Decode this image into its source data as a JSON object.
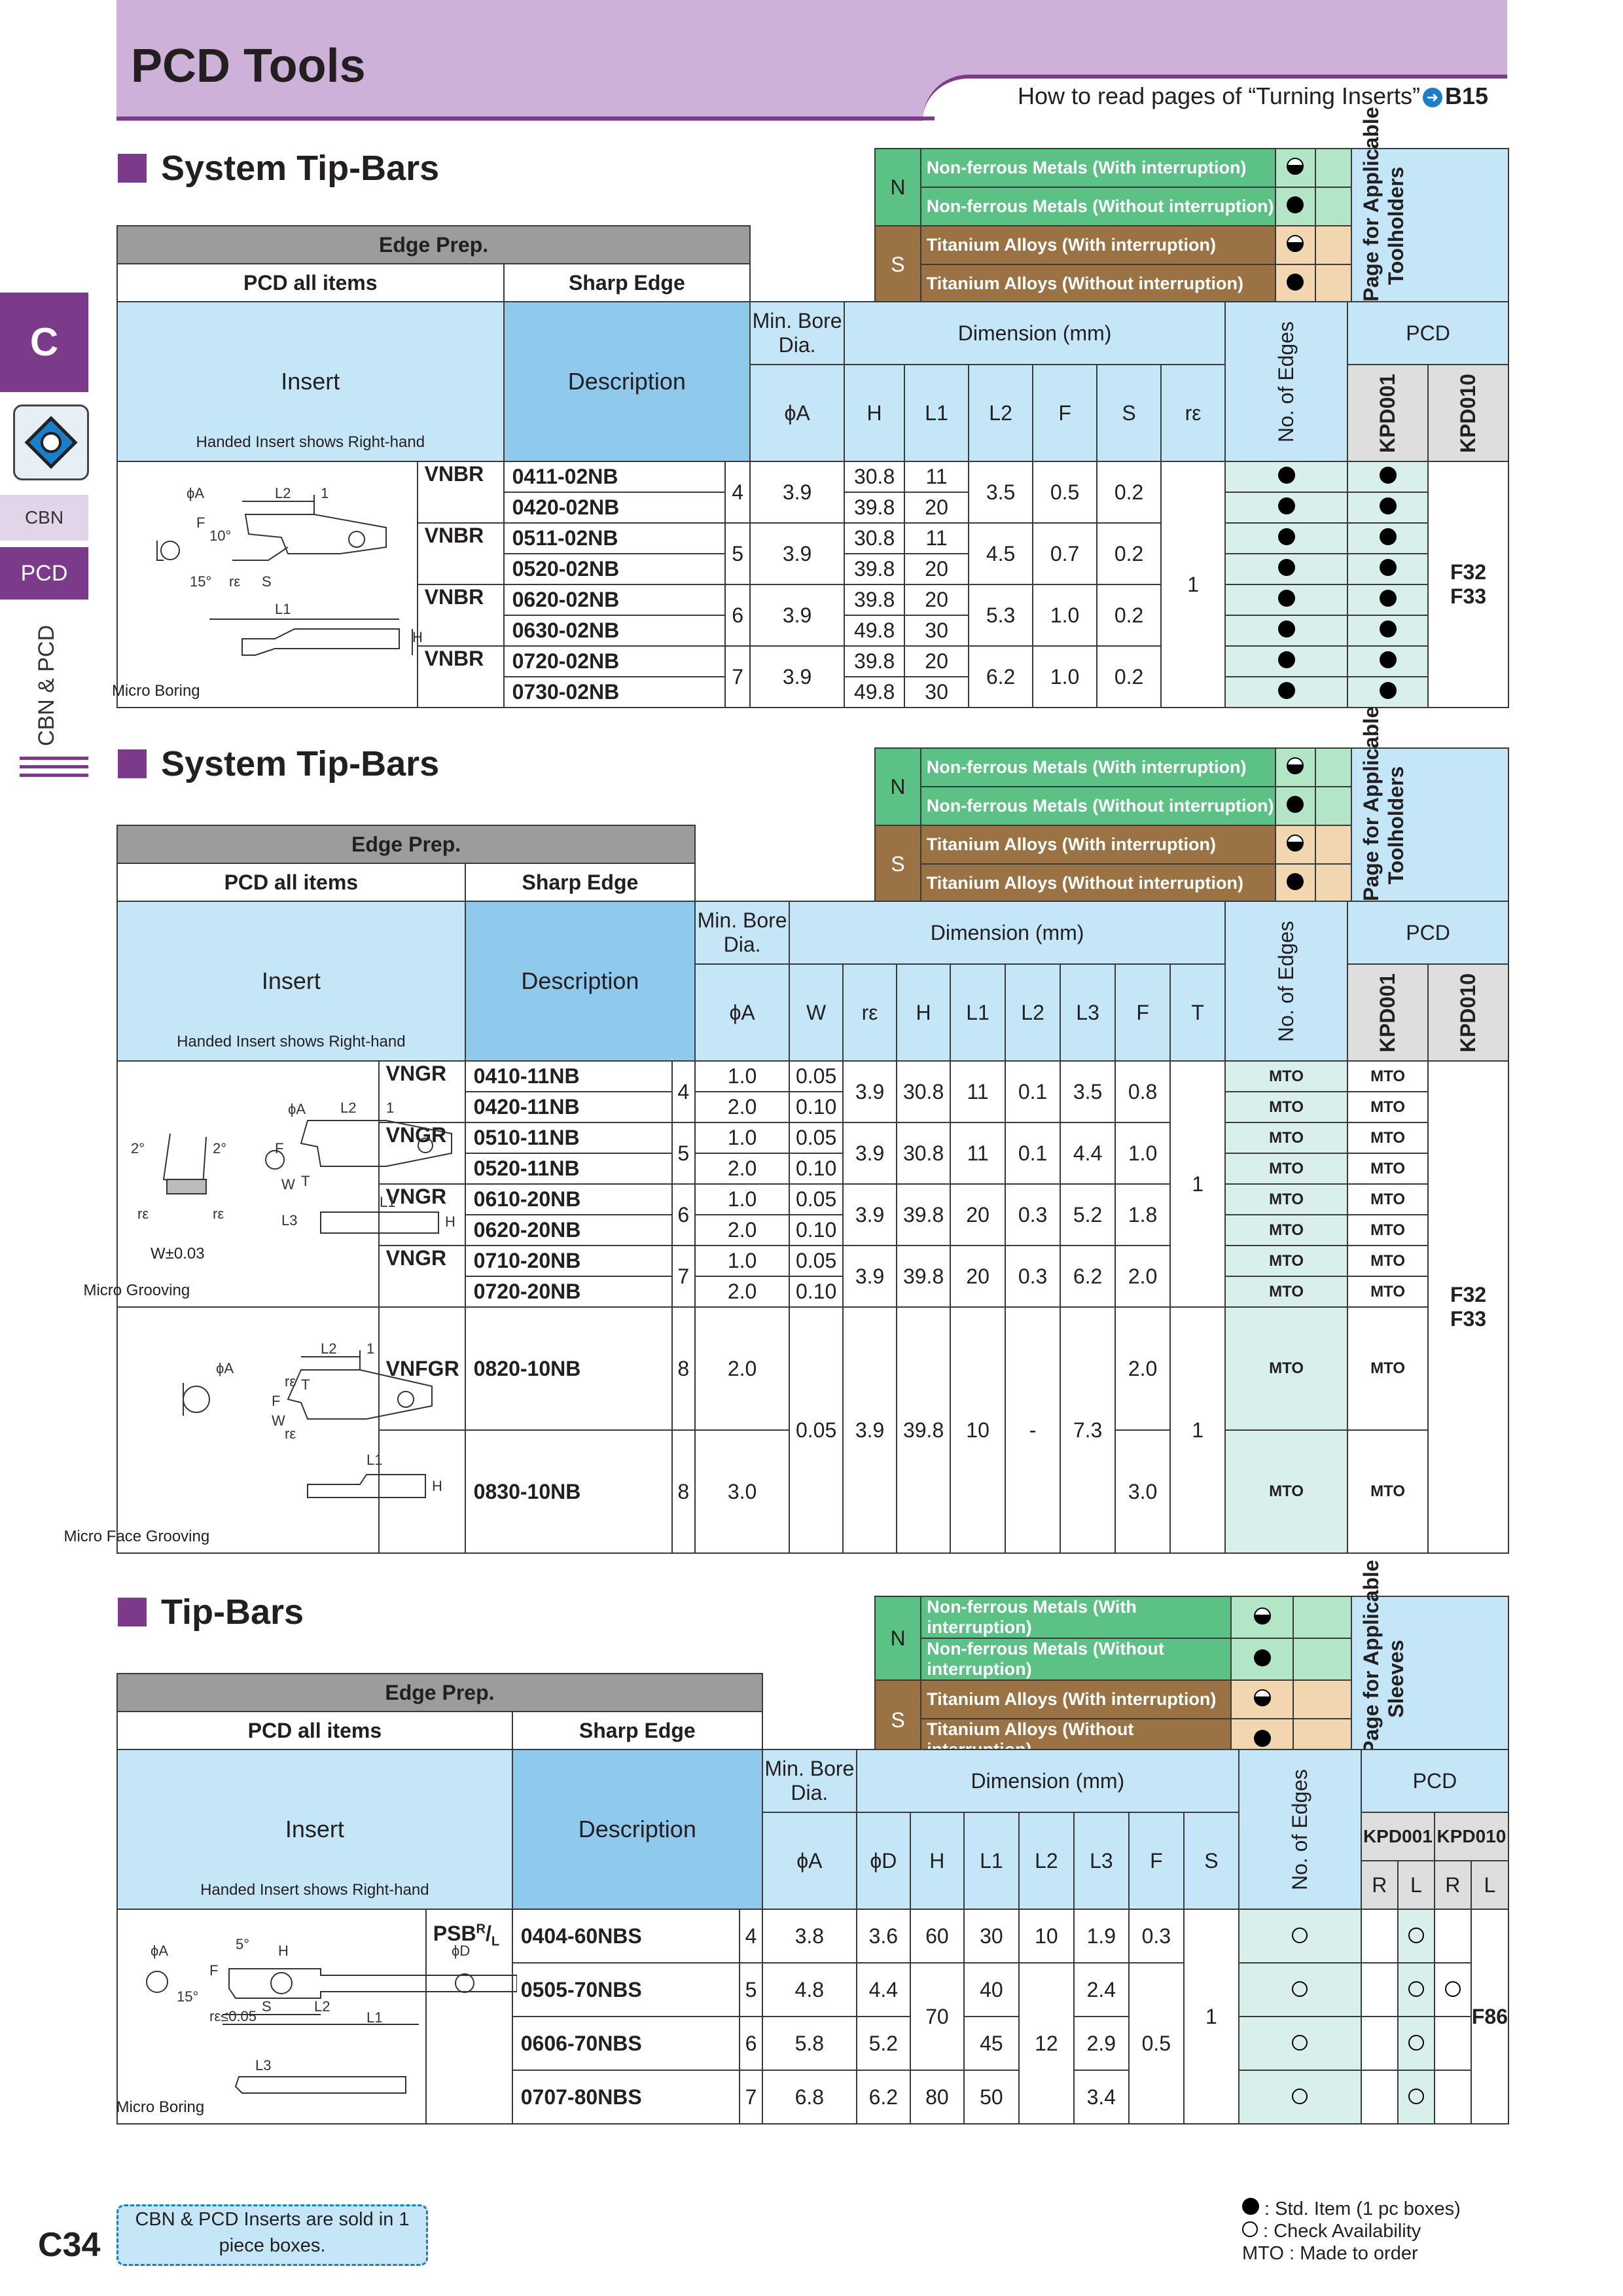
{
  "header": {
    "title": "PCD Tools",
    "howto_text": "How to read pages of “Turning Inserts”",
    "howto_ref": "B15"
  },
  "sidetab": {
    "letter": "C",
    "cbn": "CBN",
    "pcd": "PCD",
    "vertical": "CBN & PCD"
  },
  "sections": [
    {
      "title": "System Tip-Bars"
    },
    {
      "title": "System Tip-Bars"
    },
    {
      "title": "Tip-Bars"
    }
  ],
  "materials": {
    "n_label": "N",
    "s_label": "S",
    "n1": "Non-ferrous Metals (With interruption)",
    "n2": "Non-ferrous Metals (Without interruption)",
    "s1": "Titanium Alloys (With interruption)",
    "s2": "Titanium Alloys (Without interruption)"
  },
  "common": {
    "edge_prep": "Edge Prep.",
    "pcd_all": "PCD all items",
    "sharp": "Sharp Edge",
    "insert": "Insert",
    "description": "Description",
    "handed": "Handed Insert shows Right-hand",
    "min_bore": "Min. Bore Dia.",
    "dimension": "Dimension (mm)",
    "edges": "No. of Edges",
    "pcd": "PCD",
    "kpd001": "KPD001",
    "kpd010": "KPD010",
    "phiA": "ϕA",
    "see_tool": "See Page for Applicable Toolholders",
    "see_sleeve": "See Page for Applicable Sleeves",
    "R": "R",
    "L": "L"
  },
  "t1": {
    "cols": [
      "H",
      "L1",
      "L2",
      "F",
      "S",
      "rε"
    ],
    "diagram": "Micro Boring",
    "groups": [
      {
        "type": "VNBR",
        "codes": [
          "0411-02NB",
          "0420-02NB"
        ],
        "A": "4",
        "H": "3.9",
        "L1": [
          "30.8",
          "39.8"
        ],
        "L2": [
          "11",
          "20"
        ],
        "F": "3.5",
        "S": "0.5",
        "re": "0.2"
      },
      {
        "type": "VNBR",
        "codes": [
          "0511-02NB",
          "0520-02NB"
        ],
        "A": "5",
        "H": "3.9",
        "L1": [
          "30.8",
          "39.8"
        ],
        "L2": [
          "11",
          "20"
        ],
        "F": "4.5",
        "S": "0.7",
        "re": "0.2"
      },
      {
        "type": "VNBR",
        "codes": [
          "0620-02NB",
          "0630-02NB"
        ],
        "A": "6",
        "H": "3.9",
        "L1": [
          "39.8",
          "49.8"
        ],
        "L2": [
          "20",
          "30"
        ],
        "F": "5.3",
        "S": "1.0",
        "re": "0.2"
      },
      {
        "type": "VNBR",
        "codes": [
          "0720-02NB",
          "0730-02NB"
        ],
        "A": "7",
        "H": "3.9",
        "L1": [
          "39.8",
          "49.8"
        ],
        "L2": [
          "20",
          "30"
        ],
        "F": "6.2",
        "S": "1.0",
        "re": "0.2"
      }
    ],
    "edges": "1",
    "pages": [
      "F32",
      "F33"
    ]
  },
  "t2": {
    "cols": [
      "W",
      "rε",
      "H",
      "L1",
      "L2",
      "L3",
      "F",
      "T"
    ],
    "diagram1": "Micro Grooving",
    "diagram2": "Micro Face Grooving",
    "w_tol": "W±0.03",
    "groups": [
      {
        "type": "VNGR",
        "codes": [
          "0410-11NB",
          "0420-11NB"
        ],
        "A": "4",
        "W": [
          "1.0",
          "2.0"
        ],
        "re": [
          "0.05",
          "0.10"
        ],
        "H": "3.9",
        "L1": "30.8",
        "L2": "11",
        "L3": "0.1",
        "F": "3.5",
        "T": "0.8"
      },
      {
        "type": "VNGR",
        "codes": [
          "0510-11NB",
          "0520-11NB"
        ],
        "A": "5",
        "W": [
          "1.0",
          "2.0"
        ],
        "re": [
          "0.05",
          "0.10"
        ],
        "H": "3.9",
        "L1": "30.8",
        "L2": "11",
        "L3": "0.1",
        "F": "4.4",
        "T": "1.0"
      },
      {
        "type": "VNGR",
        "codes": [
          "0610-20NB",
          "0620-20NB"
        ],
        "A": "6",
        "W": [
          "1.0",
          "2.0"
        ],
        "re": [
          "0.05",
          "0.10"
        ],
        "H": "3.9",
        "L1": "39.8",
        "L2": "20",
        "L3": "0.3",
        "F": "5.2",
        "T": "1.8"
      },
      {
        "type": "VNGR",
        "codes": [
          "0710-20NB",
          "0720-20NB"
        ],
        "A": "7",
        "W": [
          "1.0",
          "2.0"
        ],
        "re": [
          "0.05",
          "0.10"
        ],
        "H": "3.9",
        "L1": "39.8",
        "L2": "20",
        "L3": "0.3",
        "F": "6.2",
        "T": "2.0"
      }
    ],
    "face": {
      "type": "VNFGR",
      "codes": [
        "0820-10NB",
        "0830-10NB"
      ],
      "A": [
        "8",
        "8"
      ],
      "W": [
        "2.0",
        "3.0"
      ],
      "re": "0.05",
      "H": "3.9",
      "L1": "39.8",
      "L2": "10",
      "L3": "-",
      "F": "7.3",
      "T": [
        "2.0",
        "3.0"
      ]
    },
    "mto": "MTO",
    "edges": "1",
    "pages": [
      "F32",
      "F33"
    ]
  },
  "t3": {
    "cols": [
      "ϕD",
      "H",
      "L1",
      "L2",
      "L3",
      "F",
      "S"
    ],
    "diagram": "Micro Boring",
    "type": "PSB",
    "type_sup": "R",
    "type_sub": "L",
    "rows": [
      {
        "code": "0404-60NBS",
        "A": "4",
        "D": "3.8",
        "H": "3.6",
        "L1": "60",
        "L2": "30",
        "L3": "10",
        "F": "1.9",
        "S": "0.3"
      },
      {
        "code": "0505-70NBS",
        "A": "5",
        "D": "4.8",
        "H": "4.4",
        "L2": "40",
        "F": "2.4"
      },
      {
        "code": "0606-70NBS",
        "A": "6",
        "D": "5.8",
        "H": "5.2",
        "L2": "45",
        "F": "2.9"
      },
      {
        "code": "0707-80NBS",
        "A": "7",
        "D": "6.8",
        "H": "6.2",
        "L1": "80",
        "L2": "50",
        "F": "3.4"
      }
    ],
    "L1_mid": "70",
    "L3_mid": "12",
    "S_mid": "0.5",
    "edges": "1",
    "page": "F86"
  },
  "footer": {
    "note": "CBN & PCD Inserts are sold in 1 piece boxes.",
    "page": "C34",
    "legend_std": "Std. Item (1 pc boxes)",
    "legend_check": "Check Availability",
    "legend_mto": "MTO : Made to order"
  }
}
